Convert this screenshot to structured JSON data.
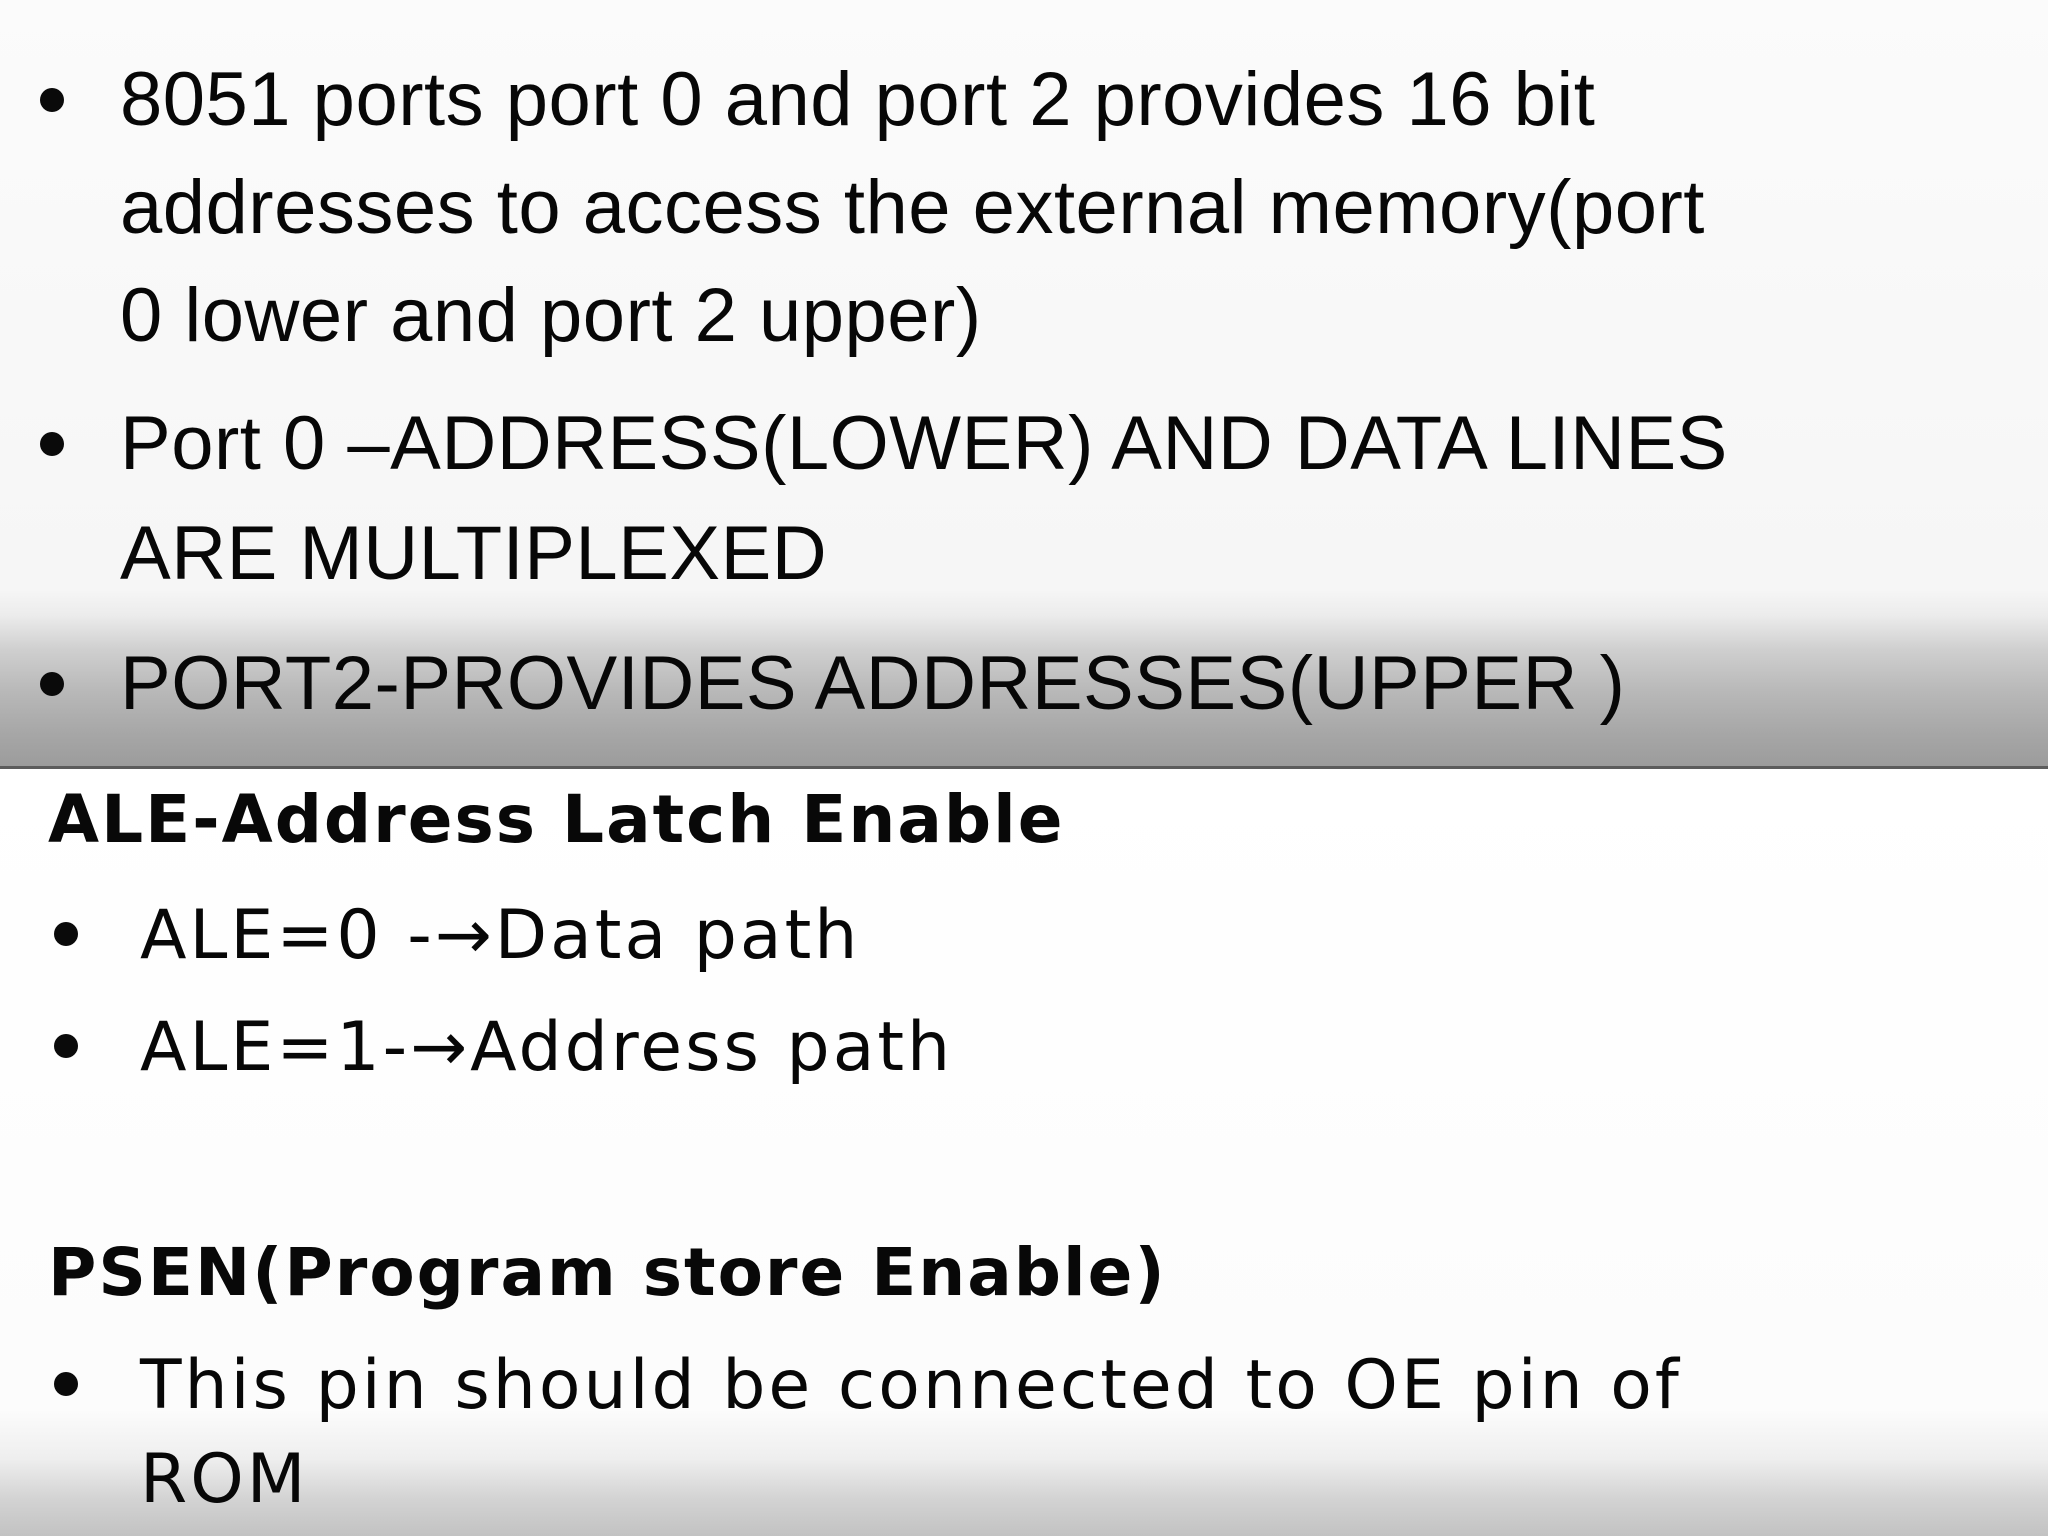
{
  "slide_top": {
    "bullets": [
      {
        "lines": [
          "8051 ports port 0 and port 2 provides 16 bit",
          "addresses to access the external memory(port",
          "0 lower and port 2 upper)"
        ]
      },
      {
        "lines": [
          "Port 0 –ADDRESS(LOWER) AND DATA LINES",
          "ARE MULTIPLEXED"
        ]
      },
      {
        "lines": [
          "PORT2-PROVIDES ADDRESSES(UPPER )"
        ]
      }
    ]
  },
  "slide_bottom": {
    "ale": {
      "heading": "ALE-Address Latch Enable",
      "items": [
        {
          "prefix": "ALE=0 -",
          "arrow": "→",
          "suffix": "Data path"
        },
        {
          "prefix": "ALE=1-",
          "arrow": "→",
          "suffix": "Address path"
        }
      ]
    },
    "psen": {
      "heading": "PSEN(Program store Enable)",
      "items": [
        {
          "lines": [
            "This pin should be connected to OE pin of",
            "ROM"
          ]
        }
      ]
    }
  }
}
